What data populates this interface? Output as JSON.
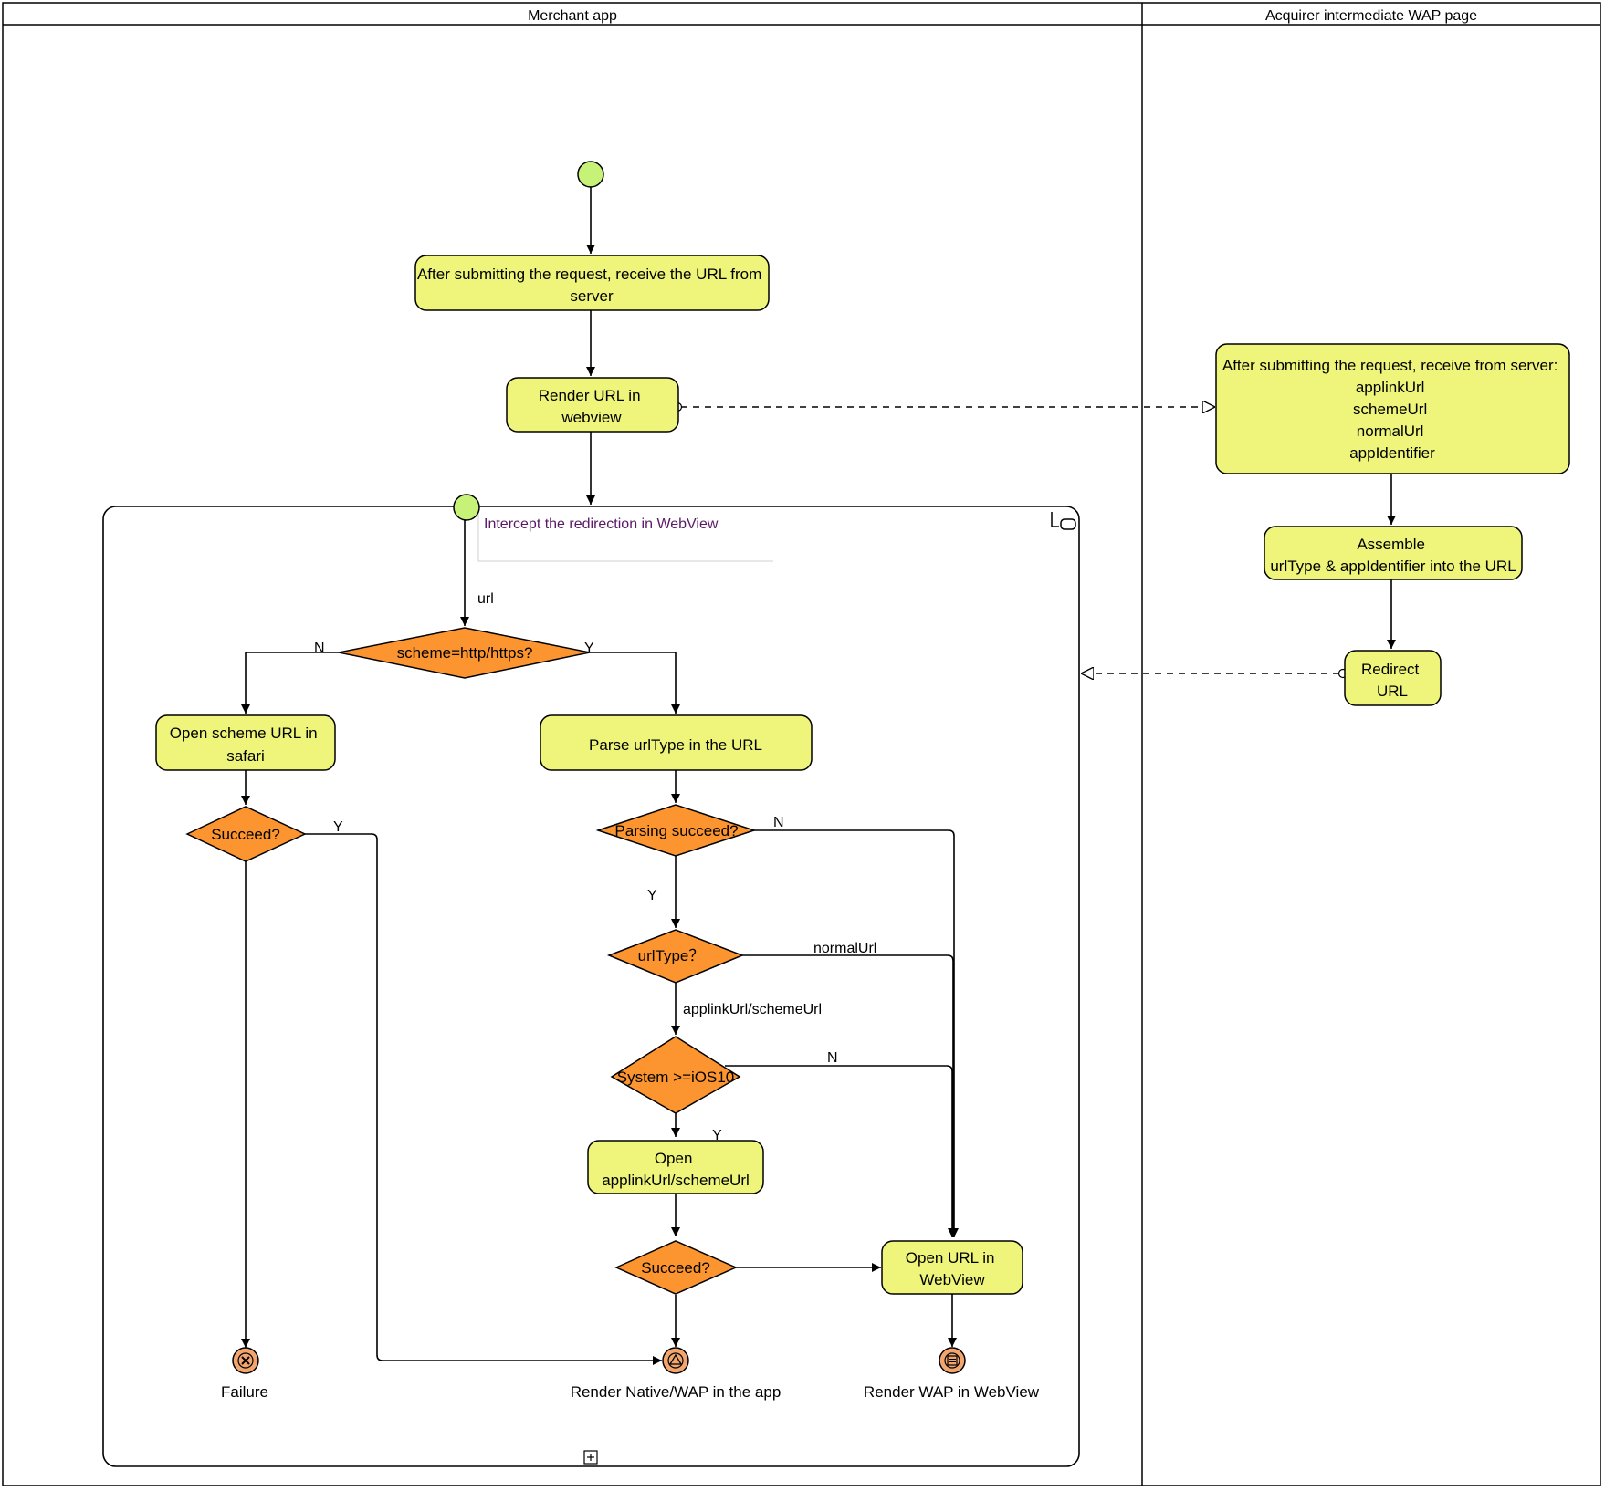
{
  "lanes": {
    "merchant_app": "Merchant app",
    "acquirer_wap": "Acquirer intermediate WAP page"
  },
  "tasks": {
    "receive_url": [
      "After submitting the request, receive the URL from",
      "server"
    ],
    "render_url": [
      "Render URL in",
      "webview"
    ],
    "acq_receive": [
      "After submitting the request, receive from server:",
      "applinkUrl",
      "schemeUrl",
      "normalUrl",
      "appIdentifier"
    ],
    "assemble": [
      "Assemble",
      "urlType & appIdentifier into the URL"
    ],
    "redirect": [
      "Redirect",
      "URL"
    ],
    "open_scheme": [
      "Open scheme URL in",
      "safari"
    ],
    "parse_urltype": [
      "Parse urlType in the URL"
    ],
    "open_applink": [
      "Open",
      "applinkUrl/schemeUrl"
    ],
    "open_webview": [
      "Open URL in",
      "WebView"
    ]
  },
  "subprocess": {
    "title": "Intercept the redirection in WebView"
  },
  "gateways": {
    "scheme_check": "scheme=http/https?",
    "succeed_left": "Succeed?",
    "parsing_succeed": "Parsing succeed?",
    "urltype": "urlType？",
    "system_ios": "System >=iOS10",
    "succeed_bottom": "Succeed?"
  },
  "edge_labels": {
    "url": "url",
    "n_scheme": "N",
    "y_scheme": "Y",
    "y_succeed_left": "Y",
    "n_parsing": "N",
    "y_parsing": "Y",
    "normalurl": "normalUrl",
    "applink_scheme": "applinkUrl/schemeUrl",
    "n_ios": "N",
    "y_ios": "Y"
  },
  "end_events": {
    "failure": "Failure",
    "render_native": "Render Native/WAP in the app",
    "render_wap": "Render WAP in WebView"
  }
}
